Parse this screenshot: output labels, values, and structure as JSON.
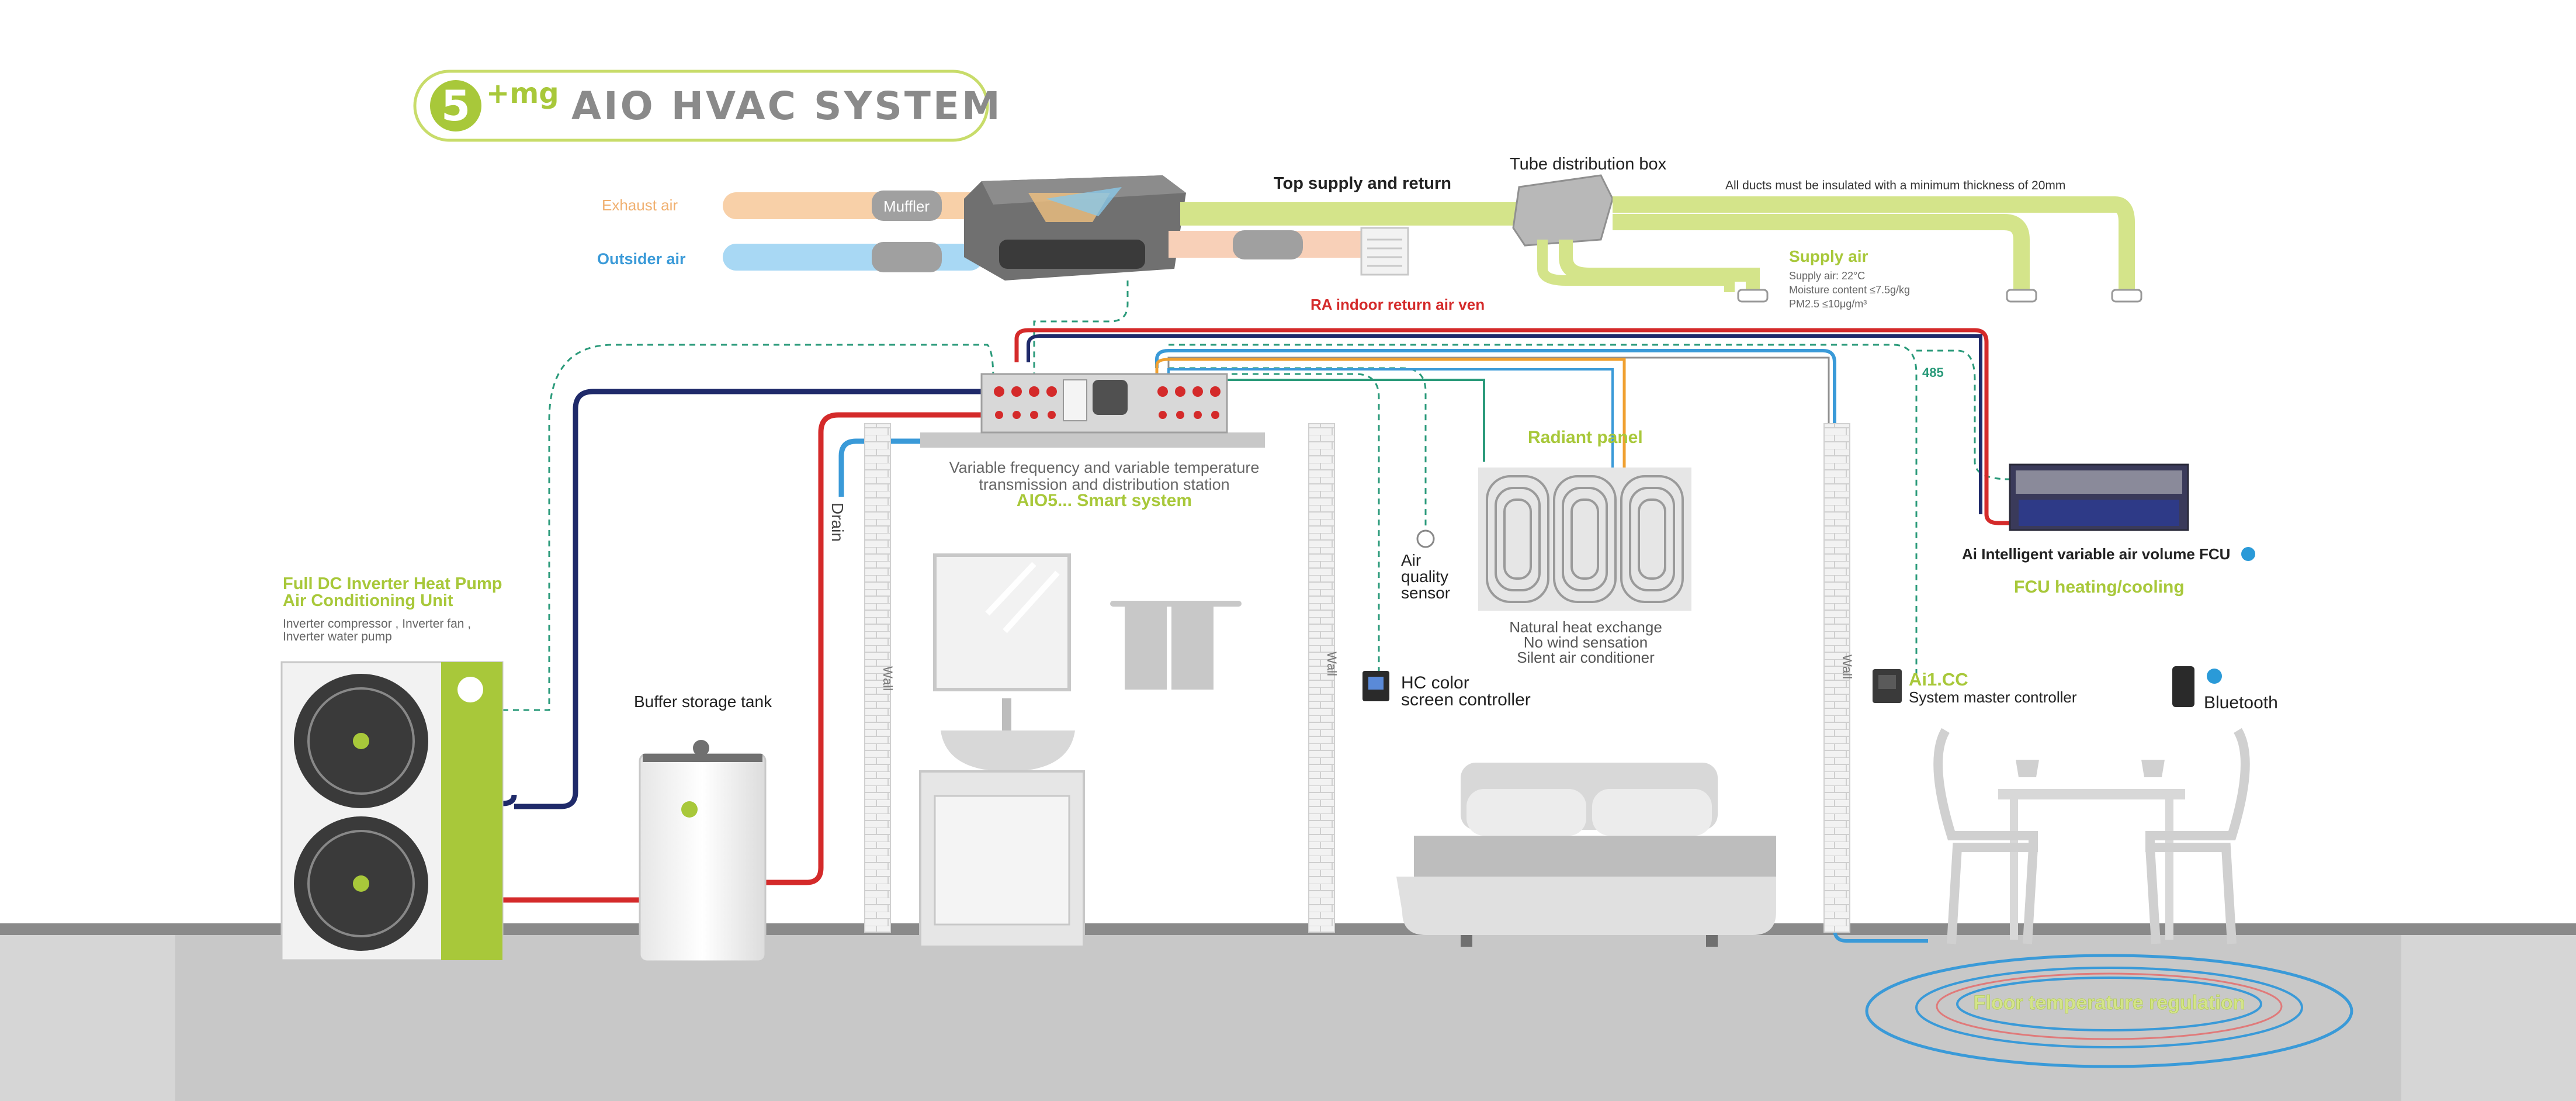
{
  "title": {
    "brand_main": "5",
    "brand_sup": "+mg",
    "text": "AIO HVAC SYSTEM"
  },
  "ventilation": {
    "exhaust_air": "Exhaust air",
    "outsider_air": "Outsider air",
    "muffler": "Muffler",
    "top_supply_return": "Top supply and return",
    "ra_indoor_return": "RA indoor return air ven",
    "tube_box": "Tube distribution box",
    "duct_note": "All ducts must be insulated with a minimum thickness of 20mm",
    "supply_air": {
      "title": "Supply air",
      "lines": [
        "Supply air: 22°C",
        "Moisture content ≤7.5g/kg",
        "PM2.5 ≤10μg/m³"
      ]
    }
  },
  "station": {
    "desc_line1": "Variable frequency and variable temperature",
    "desc_line2": "transmission and distribution station",
    "name": "AIO5... Smart system"
  },
  "drain": "Drain",
  "heat_pump": {
    "title_line1": "Full DC Inverter Heat Pump",
    "title_line2": "Air Conditioning Unit",
    "sub_line1": "Inverter compressor , Inverter fan ,",
    "sub_line2": "Inverter water pump"
  },
  "buffer_tank": "Buffer storage tank",
  "air_quality": [
    "Air",
    "quality",
    "sensor"
  ],
  "radiant": {
    "title": "Radiant panel",
    "lines": [
      "Natural heat exchange",
      "No wind sensation",
      "Silent air conditioner"
    ]
  },
  "hc_controller": [
    "HC color",
    "screen controller"
  ],
  "signal_485": "485",
  "fcu": {
    "title": "Ai Intelligent variable air volume FCU",
    "mode": "FCU heating/cooling"
  },
  "master": {
    "name": "Ai1.CC",
    "desc": "System master controller"
  },
  "bluetooth": "Bluetooth",
  "wall_label": "Wall",
  "floor": "Floor temperature regulation",
  "colors": {
    "green": "#a8c83a",
    "lime_duct": "#d4e48a",
    "exhaust": "#f0b070",
    "outsider": "#3a9ad8",
    "red": "#d42a2a",
    "navy": "#1f2a6a",
    "teal_dash": "#2a9a7a",
    "grey_text": "#666666"
  }
}
